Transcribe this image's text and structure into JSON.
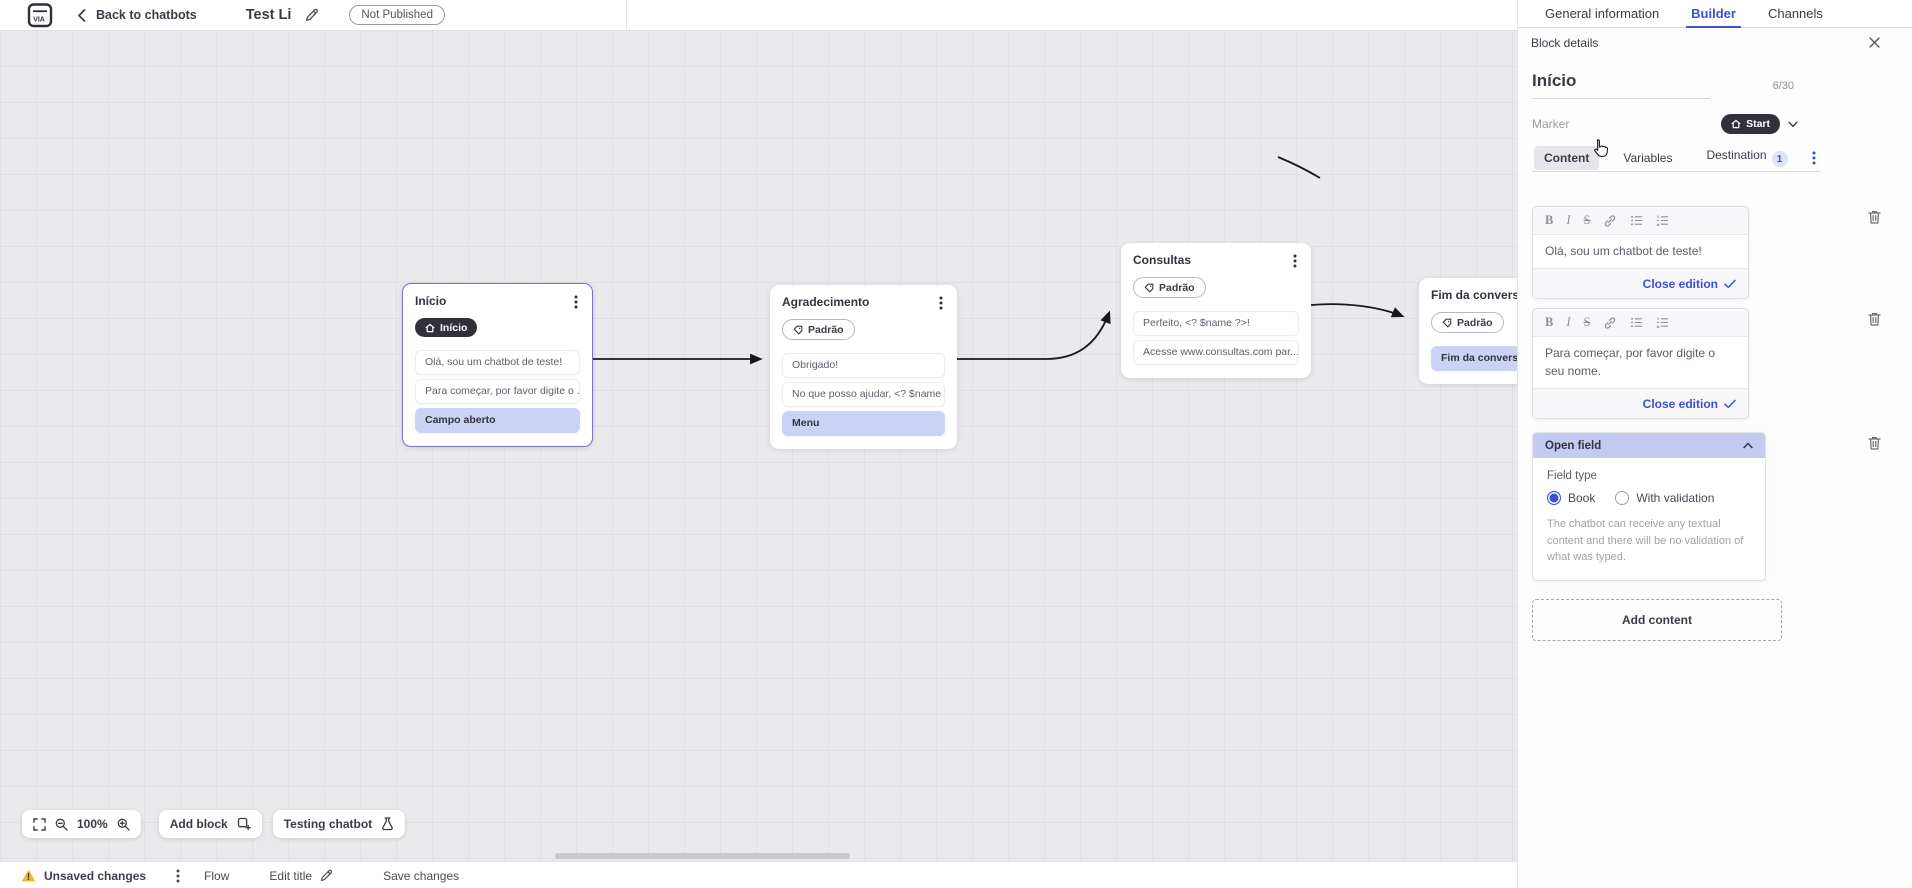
{
  "topbar": {
    "back_label": "Back to chatbots",
    "title": "Test Li",
    "status_badge": "Not Published",
    "tabs": [
      {
        "label": "General information",
        "active": false
      },
      {
        "label": "Builder",
        "active": true
      },
      {
        "label": "Channels",
        "active": false
      }
    ]
  },
  "panel": {
    "header": "Block details",
    "block_name": "Início",
    "char_counter": "6/30",
    "marker_label": "Marker",
    "marker_value": "Start",
    "tabs": [
      {
        "label": "Content",
        "active": true
      },
      {
        "label": "Variables",
        "active": false
      },
      {
        "label": "Destination",
        "active": false,
        "badge": "1"
      }
    ],
    "editors": [
      {
        "text": "Olá, sou um chatbot de teste!",
        "close_label": "Close edition"
      },
      {
        "text": "Para começar, por favor digite o seu nome.",
        "close_label": "Close edition"
      }
    ],
    "open_field": {
      "title": "Open field",
      "field_type_label": "Field type",
      "options": [
        {
          "label": "Book",
          "selected": true
        },
        {
          "label": "With validation",
          "selected": false
        }
      ],
      "description": "The chatbot can receive any textual content and there will be no validation of what was typed."
    },
    "add_content_label": "Add content"
  },
  "canvas": {
    "blocks": [
      {
        "title": "Início",
        "marker": {
          "label": "Início"
        },
        "rows": [
          {
            "text": "Olá, sou um chatbot de teste!"
          },
          {
            "text": "Para começar, por favor digite o ..."
          },
          {
            "text": "Campo aberto",
            "highlight": true
          }
        ]
      },
      {
        "title": "Agradecimento",
        "marker": {
          "label": "Padrão"
        },
        "rows": [
          {
            "text": "Obrigado!"
          },
          {
            "text": "No que posso ajudar, <? $name ..."
          },
          {
            "text": "Menu",
            "highlight": true
          }
        ]
      },
      {
        "title": "Consultas",
        "marker": {
          "label": "Padrão"
        },
        "rows": [
          {
            "text": "Perfeito, <? $name ?>!"
          },
          {
            "text": "Acesse www.consultas.com par..."
          }
        ]
      },
      {
        "title": "Fim da conversa",
        "marker": {
          "label": "Padrão"
        },
        "rows": [
          {
            "text": "Fim da conversa",
            "highlight": true
          }
        ]
      }
    ],
    "zoom_level": "100%",
    "add_block_label": "Add block",
    "testing_label": "Testing chatbot"
  },
  "statusbar": {
    "unsaved": "Unsaved changes",
    "flow": "Flow",
    "edit_title": "Edit title",
    "save": "Save changes"
  },
  "colors": {
    "accent": "#3b50d2",
    "dark_pill": "#31313b",
    "highlight_row": "#ccd2f5",
    "selected_block_border": "#7a72d6",
    "open_field_header": "#c5cbf0",
    "warning": "#f2b824",
    "canvas_bg": "#eaeaed"
  }
}
